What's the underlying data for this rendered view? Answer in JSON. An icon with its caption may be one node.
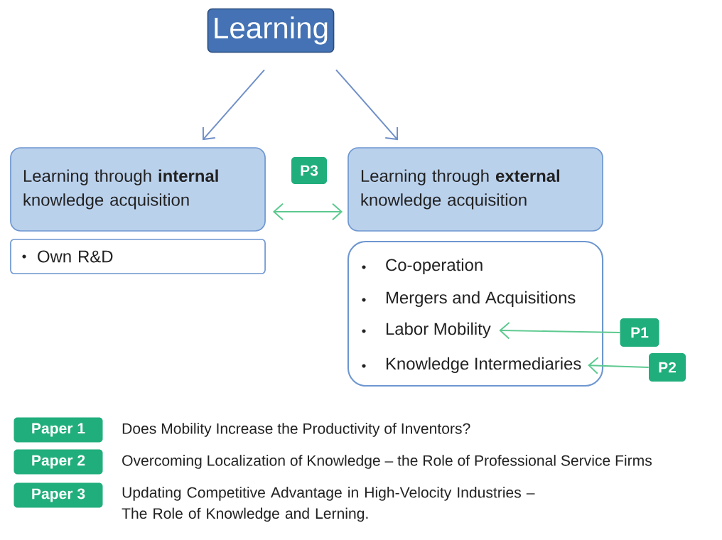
{
  "diagram": {
    "nodes": [
      {
        "text": [
          "Learning"
        ]
      },
      {
        "text": [
          "Learning through **internal** knowledge acquisition"
        ]
      },
      {
        "text": [
          "Learning through **external** knowledge acquisition"
        ]
      },
      {
        "text": [
          "Own R&D"
        ]
      },
      {
        "text": [],
        "shape": "box"
      },
      {
        "text": [
          "Co-operation"
        ],
        "in": 4
      },
      {
        "text": [
          "Mergers and Acquisitions"
        ],
        "in": 4
      },
      {
        "text": [
          "Labor  Mobility"
        ],
        "in": 4
      },
      {
        "text": [
          "Knowledge Intermediaries"
        ],
        "in": 4
      },
      {
        "text": [
          "P1"
        ]
      },
      {
        "text": [
          "P2"
        ]
      },
      {
        "text": [
          "Paper 1"
        ],
        "beside": [
          "Does Mobility Increase the Productivity of Inventors?"
        ]
      },
      {
        "text": [
          "Paper 2"
        ],
        "beside": [
          "Overcoming Localization of Knowledge – the Role of Professional Service Firms"
        ]
      },
      {
        "text": [
          "Paper 3"
        ],
        "beside": [
          "Updating Competitive Advantage in High-Velocity Industries – The Role of Knowledge and Lerning."
        ]
      },
      {
        "text": [
          "P3"
        ]
      }
    ],
    "edges": [
      {
        "from": 0,
        "to": 1,
        "arrow": "to"
      },
      {
        "from": 0,
        "to": 2,
        "arrow": "to"
      },
      {
        "from": 1,
        "to": 2,
        "arrow": "both",
        "color": "#5cc98f"
      },
      {
        "from": 9,
        "to": 7,
        "arrow": "to",
        "color": "#5cc98f"
      },
      {
        "from": 10,
        "to": 8,
        "arrow": "to",
        "color": "#5cc98f"
      }
    ]
  }
}
